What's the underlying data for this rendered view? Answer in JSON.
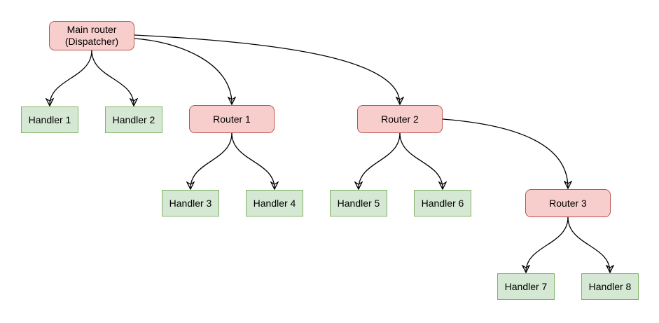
{
  "diagram": {
    "type": "flowchart",
    "nodes": {
      "main_router": {
        "label": "Main router\n(Dispatcher)",
        "kind": "router"
      },
      "handler_1": {
        "label": "Handler 1",
        "kind": "handler"
      },
      "handler_2": {
        "label": "Handler 2",
        "kind": "handler"
      },
      "router_1": {
        "label": "Router 1",
        "kind": "router"
      },
      "router_2": {
        "label": "Router 2",
        "kind": "router"
      },
      "handler_3": {
        "label": "Handler 3",
        "kind": "handler"
      },
      "handler_4": {
        "label": "Handler 4",
        "kind": "handler"
      },
      "handler_5": {
        "label": "Handler 5",
        "kind": "handler"
      },
      "handler_6": {
        "label": "Handler 6",
        "kind": "handler"
      },
      "router_3": {
        "label": "Router 3",
        "kind": "router"
      },
      "handler_7": {
        "label": "Handler 7",
        "kind": "handler"
      },
      "handler_8": {
        "label": "Handler 8",
        "kind": "handler"
      }
    },
    "edges": [
      {
        "from": "main_router",
        "to": "handler_1"
      },
      {
        "from": "main_router",
        "to": "handler_2"
      },
      {
        "from": "main_router",
        "to": "router_1"
      },
      {
        "from": "main_router",
        "to": "router_2"
      },
      {
        "from": "router_1",
        "to": "handler_3"
      },
      {
        "from": "router_1",
        "to": "handler_4"
      },
      {
        "from": "router_2",
        "to": "handler_5"
      },
      {
        "from": "router_2",
        "to": "handler_6"
      },
      {
        "from": "router_2",
        "to": "router_3"
      },
      {
        "from": "router_3",
        "to": "handler_7"
      },
      {
        "from": "router_3",
        "to": "handler_8"
      }
    ],
    "colors": {
      "router_fill": "#F8CECC",
      "router_stroke": "#B85450",
      "handler_fill": "#D5E8D4",
      "handler_stroke": "#82B366",
      "edge": "#000000",
      "background": "#FFFFFF"
    }
  }
}
